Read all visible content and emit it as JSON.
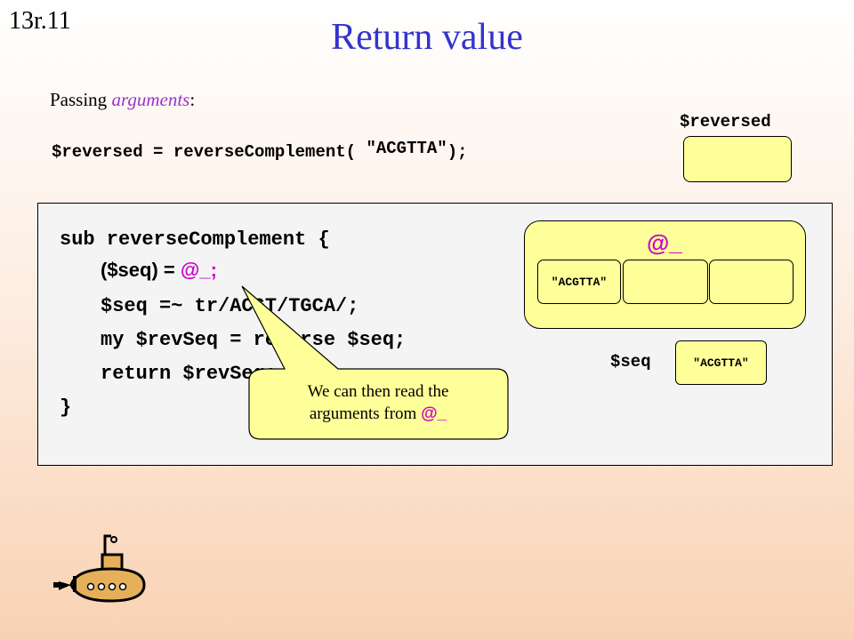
{
  "slide_number": "13r.11",
  "title": "Return value",
  "intro": {
    "text": "Passing ",
    "emphasis": "arguments",
    "suffix": ":"
  },
  "call": {
    "left": "$reversed = reverseComplement( ",
    "argument": "\"ACGTTA\"",
    "right": ");"
  },
  "reversed_var": {
    "label": "$reversed"
  },
  "code": {
    "line1": "sub reverseComplement {",
    "line2_prefix": "($seq) = ",
    "line2_array": "@_;",
    "line3": "$seq =~ tr/ACGT/TGCA/;",
    "line4": "my $revSeq = reverse $seq;",
    "line5": "return $revSeq;",
    "line6": "}"
  },
  "array": {
    "label": "@_",
    "cells": [
      "\"ACGTTA\"",
      "",
      ""
    ]
  },
  "seq_var": {
    "label": "$seq",
    "value": "\"ACGTTA\""
  },
  "callout": {
    "line1": "We can then read the",
    "line2": "arguments from ",
    "highlight": "@_"
  },
  "colors": {
    "title": "#3333cc",
    "emphasis": "#9933cc",
    "highlight": "#cc00cc",
    "box_fill": "#ffff99"
  },
  "icons": {
    "logo": "submarine-icon"
  }
}
